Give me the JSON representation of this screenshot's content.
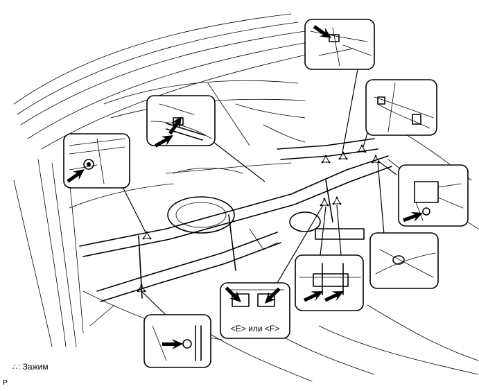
{
  "detail_label": "<E> или <F>",
  "legend": {
    "symbol": "∴",
    "text": ": Зажим"
  },
  "page_code": "P"
}
